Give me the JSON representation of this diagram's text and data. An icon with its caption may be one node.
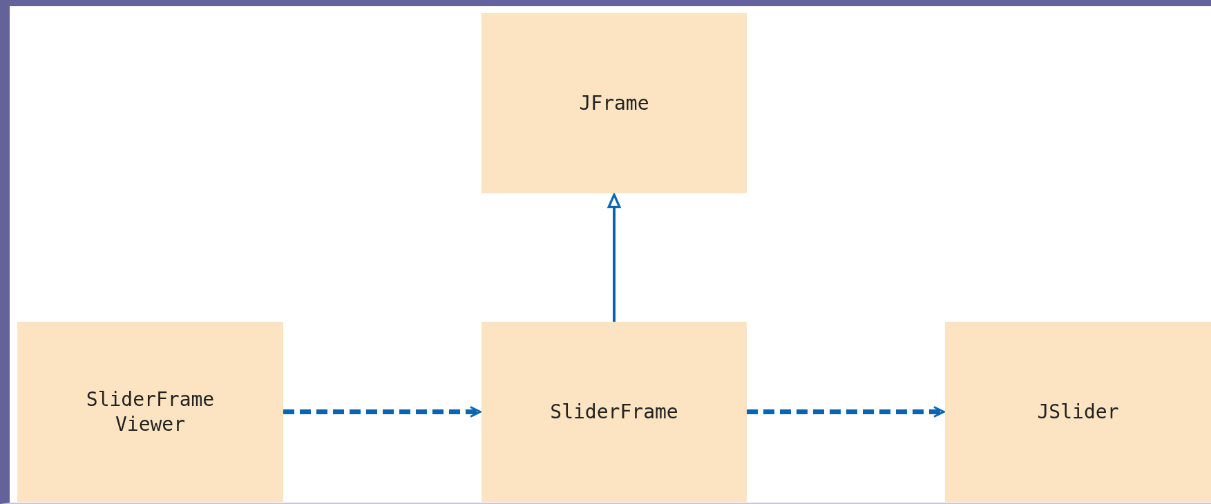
{
  "diagram": {
    "nodes": [
      {
        "text": [
          "JFrame"
        ]
      },
      {
        "text": [
          "SliderFrame Viewer"
        ]
      },
      {
        "text": [
          "SliderFrame"
        ]
      },
      {
        "text": [
          "JSlider"
        ]
      }
    ],
    "edges": [
      {
        "from": 1,
        "to": 2,
        "arrow": "to",
        "style": "dashed"
      },
      {
        "from": 2,
        "to": 3,
        "arrow": "to",
        "style": "dashed"
      },
      {
        "from": 2,
        "to": 0,
        "arrow": "to"
      }
    ]
  }
}
